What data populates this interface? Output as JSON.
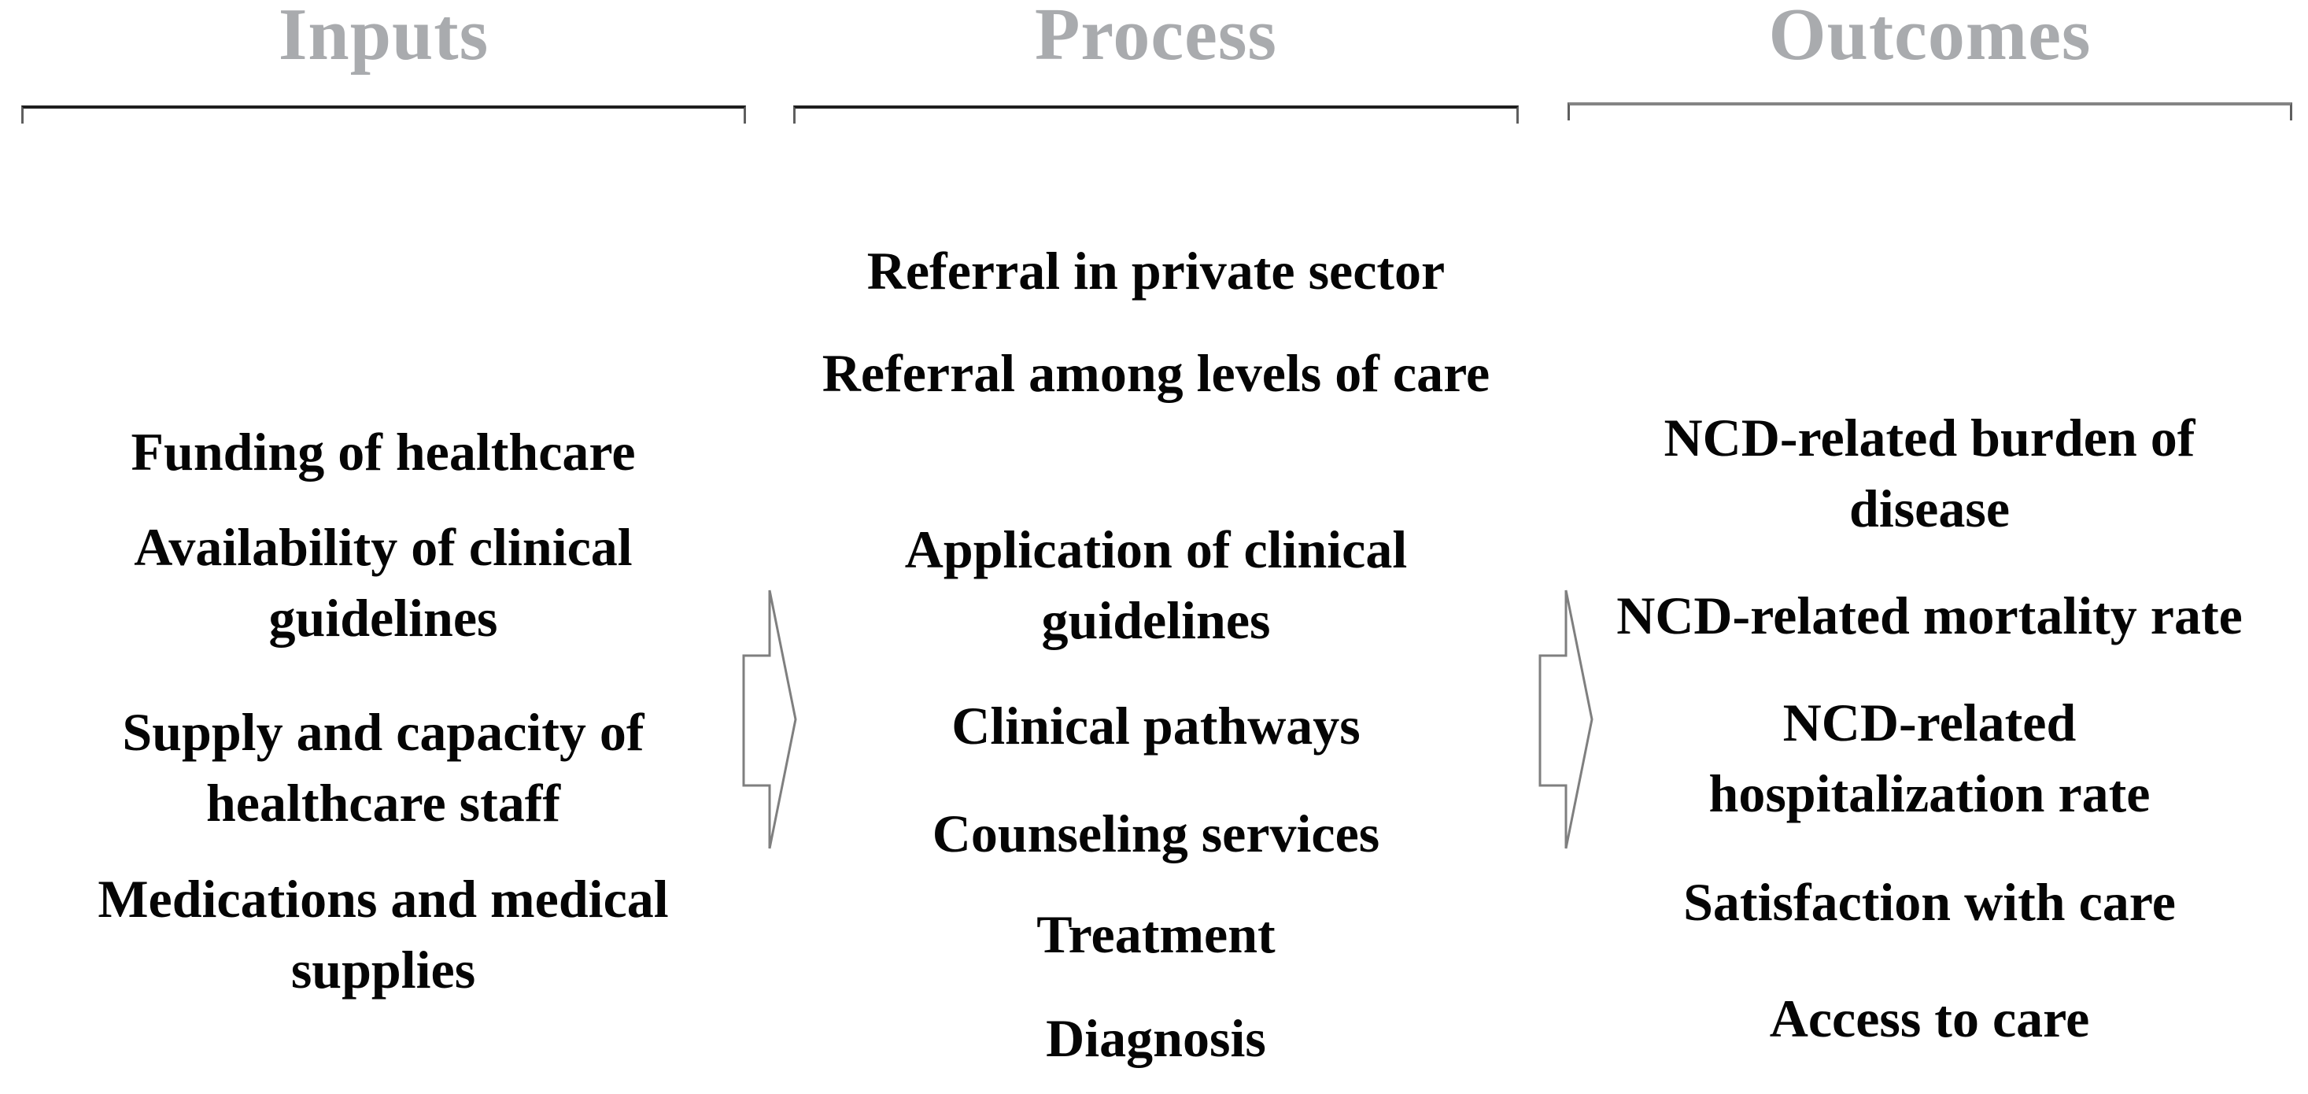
{
  "diagram": {
    "type": "flow-logic-model",
    "columns": [
      {
        "header": "Inputs",
        "items": [
          "Funding of healthcare",
          "Availability of clinical guidelines",
          "Supply and capacity of healthcare staff",
          "Medications and medical supplies"
        ]
      },
      {
        "header": "Process",
        "items": [
          "Referral in private sector",
          "Referral among levels of care",
          "Application of clinical guidelines",
          "Clinical pathways",
          "Counseling services",
          "Treatment",
          "Diagnosis"
        ]
      },
      {
        "header": "Outcomes",
        "items": [
          "NCD-related burden of disease",
          "NCD-related mortality rate",
          "NCD-related hospitalization rate",
          "Satisfaction with care",
          "Access to care"
        ]
      }
    ],
    "arrows": [
      {
        "name": "inputs-to-process",
        "direction": "right"
      },
      {
        "name": "process-to-outcomes",
        "direction": "right"
      }
    ],
    "colors": {
      "background": "#ffffff",
      "header_text": "#a9abae",
      "body_text": "#050505",
      "bracket_line": "#1e1e1e",
      "bracket_tick": "#5f5f5f",
      "outcomes_bracket_line": "#848484",
      "arrow_outline": "#7f7f7f",
      "arrow_fill": "#ffffff"
    }
  }
}
